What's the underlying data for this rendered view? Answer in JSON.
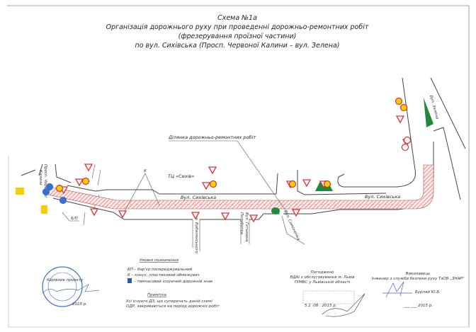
{
  "title": {
    "line1": "Схема №1а",
    "line2": "Організація дорожнього руху при проведенні дорожньо-ремонтних робіт",
    "line3": "(фрезерування проїзної частини)",
    "line4": "по вул. Сихівська (Просп. Червоної Калини – вул. Зелена)"
  },
  "map": {
    "work_area_callout": "Ділянка дорожньо-ремонтних робіт",
    "mall_label": "ТЦ «Сихів»",
    "street_main_left": "Вул. Сихівська",
    "street_main_right": "Вул. Сихівська",
    "street_kobylianskoho": "Вул. Кобилянського",
    "street_polubotka_1": "Вул. Гетьмана",
    "street_polubotka_2": "Полуботка",
    "street_symonenka": "Вул. Симоненка",
    "street_zelena": "Вул. Зелена",
    "avenue_1": "Просп. Червоної",
    "avenue_2": "Калини",
    "barrier_label": "Б/П",
    "cone_label": "К"
  },
  "legend": {
    "heading": "Умовні позначення",
    "item_barrier": "БП – бар'єр попереджувальний",
    "item_cone": "К – конус, пластиковий обмежувач",
    "item_sign": "– тимчасовий існуючий дорожній знак",
    "note_heading": "Примітка",
    "note_line1": "Усі існуючі ДЗ, що суперечать даній схемі",
    "note_line2": "ОДР, закриваються на період дорожніх робіт"
  },
  "approval": {
    "heading": "Погоджено",
    "org_line1": "ВДАІ з обслуговування м. Львів",
    "org_line2": "ГУМВС у Львівській області",
    "date": "5.1  .08  . 2015 р."
  },
  "executor": {
    "heading": "Виконавець",
    "role": "Інженер з служби безпеки руху ТзОВ „ЗНАР\"",
    "name": "Бурляй Ю.Б.",
    "date": "___ ___ 2015 р."
  },
  "project_lead": {
    "heading": "Керівник проекту",
    "date": "2015 р."
  },
  "colors": {
    "hatch": "#e05050",
    "green": "#1f8a3a",
    "stamp": "#3a6fd0",
    "sign_red": "#e03030",
    "sign_yellow": "#f5d000"
  }
}
